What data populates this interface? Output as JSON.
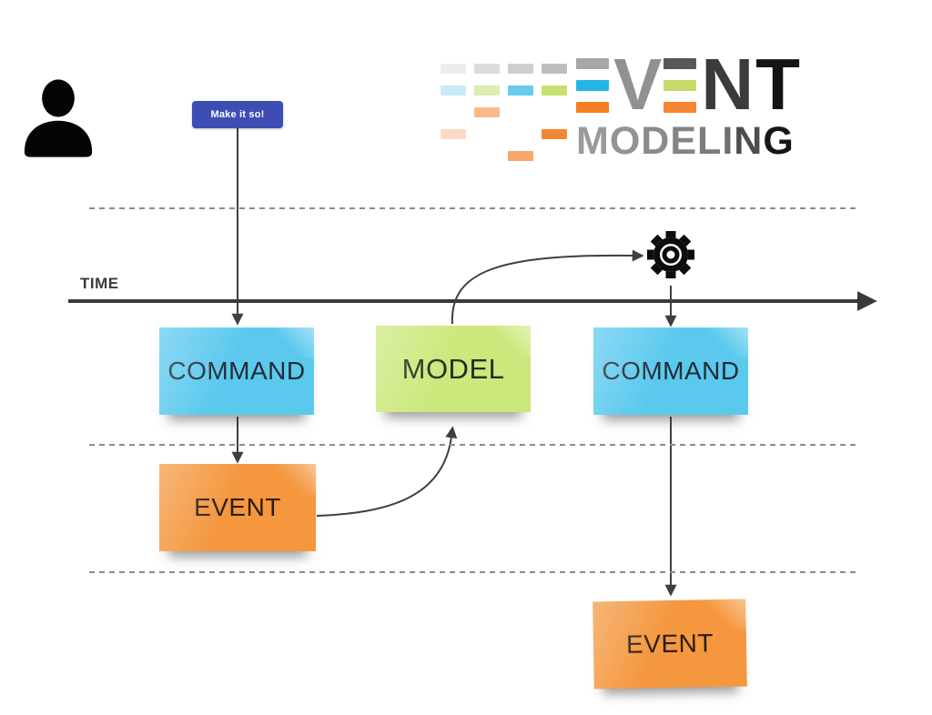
{
  "trigger_button": {
    "label": "Make it so!",
    "color": "#3d4db4"
  },
  "timeline": {
    "label": "TIME",
    "color": "#3a3a3a"
  },
  "logo": {
    "word1": "EVENT",
    "word2": "MODELING",
    "word1_letters": [
      "E",
      "V",
      "E",
      "N",
      "T"
    ],
    "v_color": "#919191",
    "n_color": "#3b3b3b",
    "t_color": "#141414",
    "e1_bars": [
      "#a7a7a7",
      "#25b4e8",
      "#f57e22"
    ],
    "e2_bars": [
      "#585858",
      "#c8da69",
      "#f58634"
    ],
    "word2_letters": [
      {
        "ch": "M",
        "color": "#9a9a9a"
      },
      {
        "ch": "O",
        "color": "#939393"
      },
      {
        "ch": "D",
        "color": "#8b8b8b"
      },
      {
        "ch": "E",
        "color": "#848484"
      },
      {
        "ch": "L",
        "color": "#7b7b7b"
      },
      {
        "ch": "I",
        "color": "#6e6e6e"
      },
      {
        "ch": "N",
        "color": "#4d4d4d"
      },
      {
        "ch": "G",
        "color": "#161616"
      }
    ],
    "mosaic_tiles": [
      {
        "color": "#ededed"
      },
      {
        "color": "#dcdcdc"
      },
      {
        "color": "#cfcfcf"
      },
      {
        "color": "#bdbdbd"
      },
      {
        "color": "#c9ebf8"
      },
      {
        "color": "#ddecb0"
      },
      {
        "color": "#67cbeb"
      },
      {
        "color": "#c6e172"
      },
      {
        "color": "#f9b98b"
      },
      {
        "color": "#fcd9c4"
      },
      {
        "color": "#f58634"
      },
      {
        "color": "#f9a76b"
      }
    ]
  },
  "stickies": [
    {
      "id": "command-1",
      "label": "COMMAND",
      "color": "#5bc9ee"
    },
    {
      "id": "model",
      "label": "MODEL",
      "color": "#cce87c"
    },
    {
      "id": "command-2",
      "label": "COMMAND",
      "color": "#5bc9ee"
    },
    {
      "id": "event-1",
      "label": "EVENT",
      "color": "#f4973e"
    },
    {
      "id": "event-2",
      "label": "EVENT",
      "color": "#f4973e"
    }
  ],
  "icons": {
    "person": "person-icon",
    "gear": "gear-icon"
  }
}
